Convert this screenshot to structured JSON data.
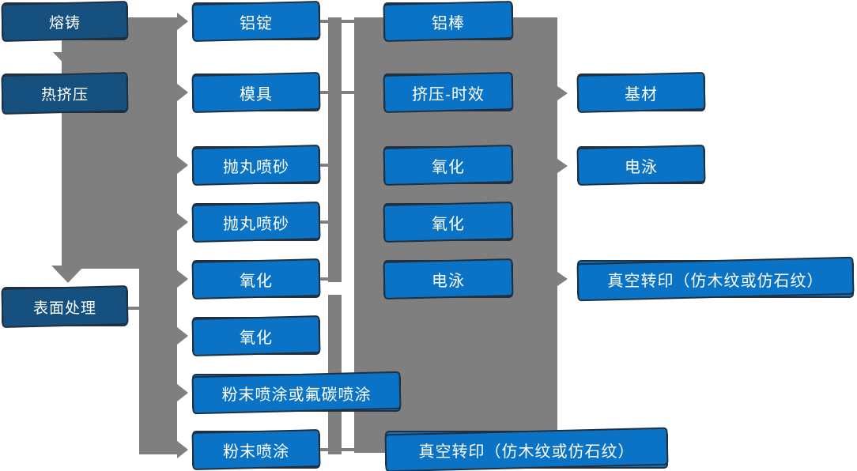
{
  "colors": {
    "box_blue": "#0a73c6",
    "box_dark_blue": "#15507f",
    "edge": "#203040",
    "connector_gray": "#7f7f7f",
    "text": "#ffffff",
    "background": "#ffffff"
  },
  "nodes": {
    "melting_casting": {
      "label": "熔铸"
    },
    "hot_extrusion": {
      "label": "热挤压"
    },
    "surface_treatment": {
      "label": "表面处理"
    },
    "aluminum_ingot": {
      "label": "铝锭"
    },
    "mold": {
      "label": "模具"
    },
    "shot_blasting_1": {
      "label": "抛丸喷砂"
    },
    "shot_blasting_2": {
      "label": "抛丸喷砂"
    },
    "oxidation_1": {
      "label": "氧化"
    },
    "oxidation_2": {
      "label": "氧化"
    },
    "powder_or_fluorocarbon": {
      "label": "粉末喷涂或氟碳喷涂"
    },
    "powder_coating": {
      "label": "粉末喷涂"
    },
    "aluminum_rod": {
      "label": "铝棒"
    },
    "extrusion_aging": {
      "label": "挤压-时效"
    },
    "oxidation_3": {
      "label": "氧化"
    },
    "oxidation_4": {
      "label": "氧化"
    },
    "electrophoresis_1": {
      "label": "电泳"
    },
    "vacuum_transfer_bottom": {
      "label": "真空转印（仿木纹或仿石纹）"
    },
    "base_material": {
      "label": "基材"
    },
    "electrophoresis_2": {
      "label": "电泳"
    },
    "vacuum_transfer_right": {
      "label": "真空转印（仿木纹或仿石纹）"
    }
  }
}
